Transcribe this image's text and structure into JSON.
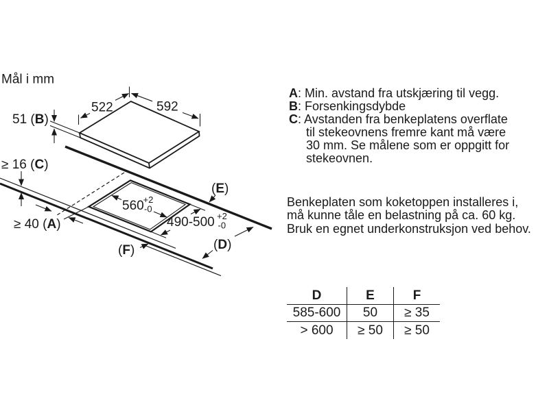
{
  "diagram": {
    "title": "Mål i mm",
    "dims": {
      "width_left": "522",
      "width_right": "592",
      "b": {
        "pre": "51 (",
        "letter": "B",
        "post": ")"
      },
      "c": {
        "pre": "≥ 16 (",
        "letter": "C",
        "post": ")"
      },
      "a": {
        "pre": "≥ 40 (",
        "letter": "A",
        "post": ")"
      },
      "cutout_width": {
        "value": "560",
        "tol_plus": "+2",
        "tol_minus": "-0"
      },
      "cutout_depth": {
        "value": "490-500",
        "tol_plus": "+2",
        "tol_minus": "-0"
      },
      "e": {
        "pre": "(",
        "letter": "E",
        "post": ")"
      },
      "d": {
        "pre": "(",
        "letter": "D",
        "post": ")"
      },
      "f": {
        "pre": "(",
        "letter": "F",
        "post": ")"
      }
    }
  },
  "legend": {
    "sep": ":",
    "items": [
      {
        "letter": "A",
        "lines": [
          "Min. avstand fra utskjæring til vegg."
        ]
      },
      {
        "letter": "B",
        "lines": [
          "Forsenkingsdybde"
        ]
      },
      {
        "letter": "C",
        "lines": [
          "Avstanden fra benkeplatens overflate",
          "til stekeovnens fremre kant må være",
          "30 mm. Se målene som er oppgitt for",
          "stekeovnen."
        ]
      }
    ]
  },
  "note": {
    "lines": [
      "Benkeplaten som koketoppen installeres i,",
      "må kunne tåle en belastning på ca. 60 kg.",
      "Bruk en egnet underkonstruksjon ved behov."
    ]
  },
  "table": {
    "headers": [
      "D",
      "E",
      "F"
    ],
    "rows": [
      [
        "585-600",
        "50",
        "≥ 35"
      ],
      [
        "> 600",
        "≥ 50",
        "≥ 50"
      ]
    ]
  }
}
